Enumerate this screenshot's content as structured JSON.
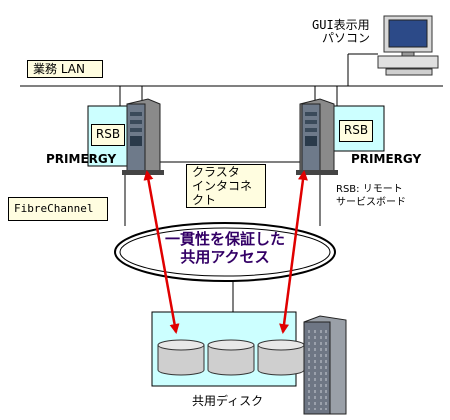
{
  "lan_label": "業務 LAN",
  "gui_pc_label_line1": "GUI表示用",
  "gui_pc_label_line2": "パソコン",
  "rsb_label_left": "RSB",
  "rsb_label_right": "RSB",
  "server_name_left": "PRIMERGY",
  "server_name_right": "PRIMERGY",
  "cluster_line1": "クラスタ",
  "cluster_line2": "インタコネクト",
  "rsb_note_line1": "RSB: リモート",
  "rsb_note_line2": "サービスボード",
  "fc_label": "FibreChannel",
  "access_line1": "一貫性を保証した",
  "access_line2": "共用アクセス",
  "disk_label": "共用ディスク",
  "colors": {
    "cyan_zone": "#ccffff",
    "label_fill": "#fffde0",
    "arrow": "#e00000",
    "text_purple": "#330066"
  }
}
